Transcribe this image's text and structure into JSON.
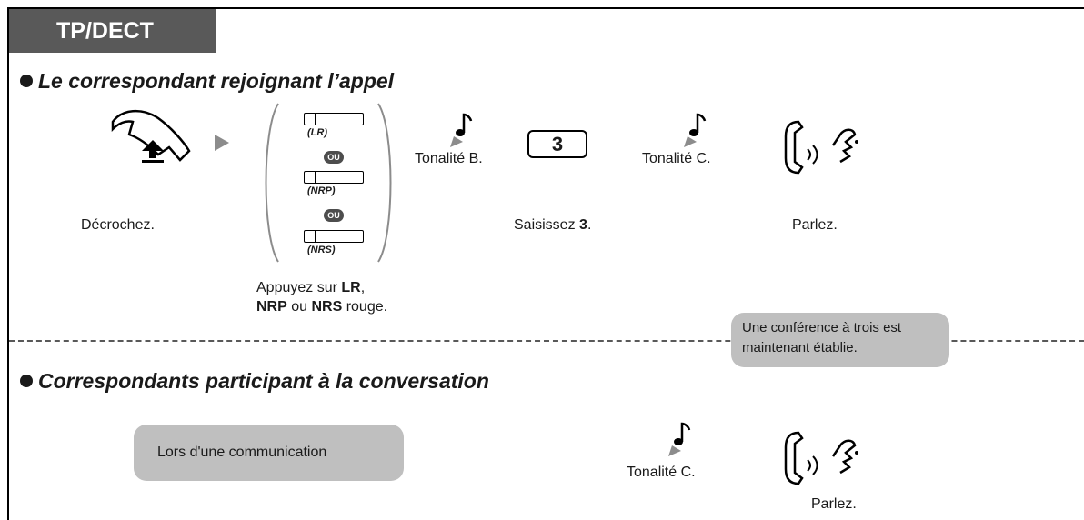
{
  "tab_label": "TP/DECT",
  "section1": {
    "title": "Le correspondant rejoignant l’appel",
    "step_offhook": "Décrochez.",
    "buttons": {
      "lr": "(LR)",
      "nrp": "(NRP)",
      "nrs": "(NRS)",
      "ou": "OU"
    },
    "press_line1_prefix": "Appuyez sur ",
    "press_line1_key": "LR",
    "press_line1_suffix": ",",
    "press_line2_key1": "NRP",
    "press_line2_mid": " ou ",
    "press_line2_key2": "NRS",
    "press_line2_suffix": " rouge.",
    "tone_b": "Tonalité B.",
    "key_3": "3",
    "dial_prefix": "Saisissez ",
    "dial_key": "3",
    "dial_suffix": ".",
    "tone_c": "Tonalité C.",
    "talk": "Parlez."
  },
  "note_conference": [
    "Une conférence à trois est",
    "maintenant établie."
  ],
  "section2": {
    "title": "Correspondants participant à la conversation",
    "during_call": "Lors d'une communication",
    "tone_c": "Tonalité C.",
    "talk": "Parlez."
  },
  "icons": [
    "handset-offhook-icon",
    "arrow-right-icon",
    "tone-note-icon",
    "talking-person-icon"
  ]
}
